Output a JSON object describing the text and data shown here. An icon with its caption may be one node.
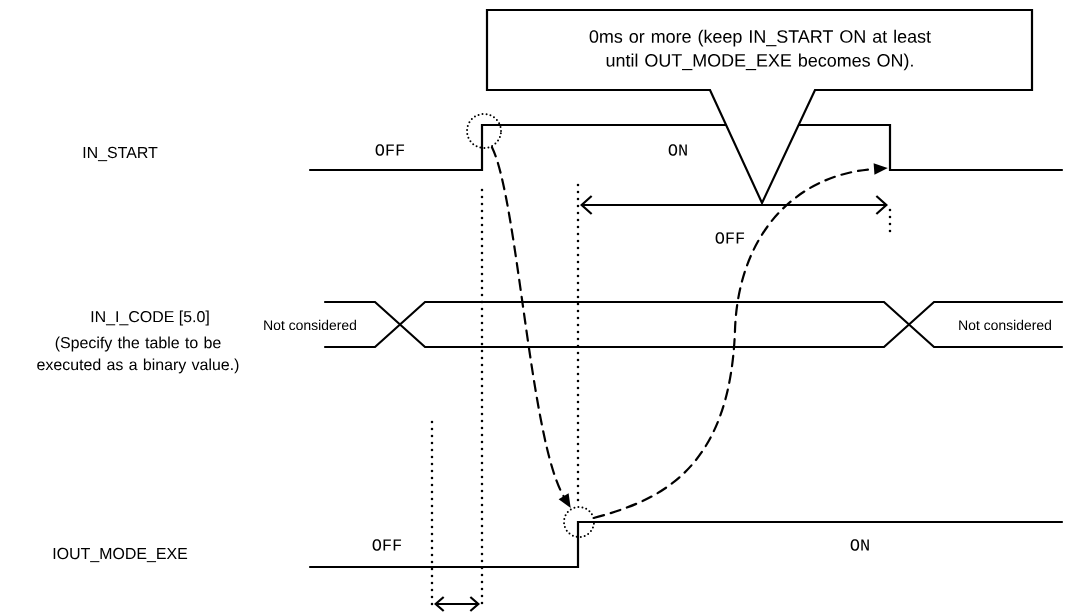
{
  "diagram": {
    "nodes": [
      {
        "text": [
          "0ms or more (keep IN_START ON at least until OUT_MODE_EXE becomes ON)."
        ]
      },
      {
        "text": [],
        "shape": "circle"
      },
      {
        "text": [],
        "shape": "circle"
      }
    ],
    "edges": [
      {
        "from": 1,
        "to": 2,
        "arrow": "to",
        "style": "dashed"
      },
      {
        "from": 2,
        "to": null,
        "arrow": "to",
        "style": "dashed"
      }
    ],
    "labels": [
      "IN_START",
      "OFF",
      "ON",
      "OFF",
      "IN_I_CODE [5.0]",
      "(Specify the table to be executed as a binary value.)",
      "Not considered",
      "Not considered",
      "IOUT_MODE_EXE",
      "OFF",
      "ON"
    ]
  }
}
